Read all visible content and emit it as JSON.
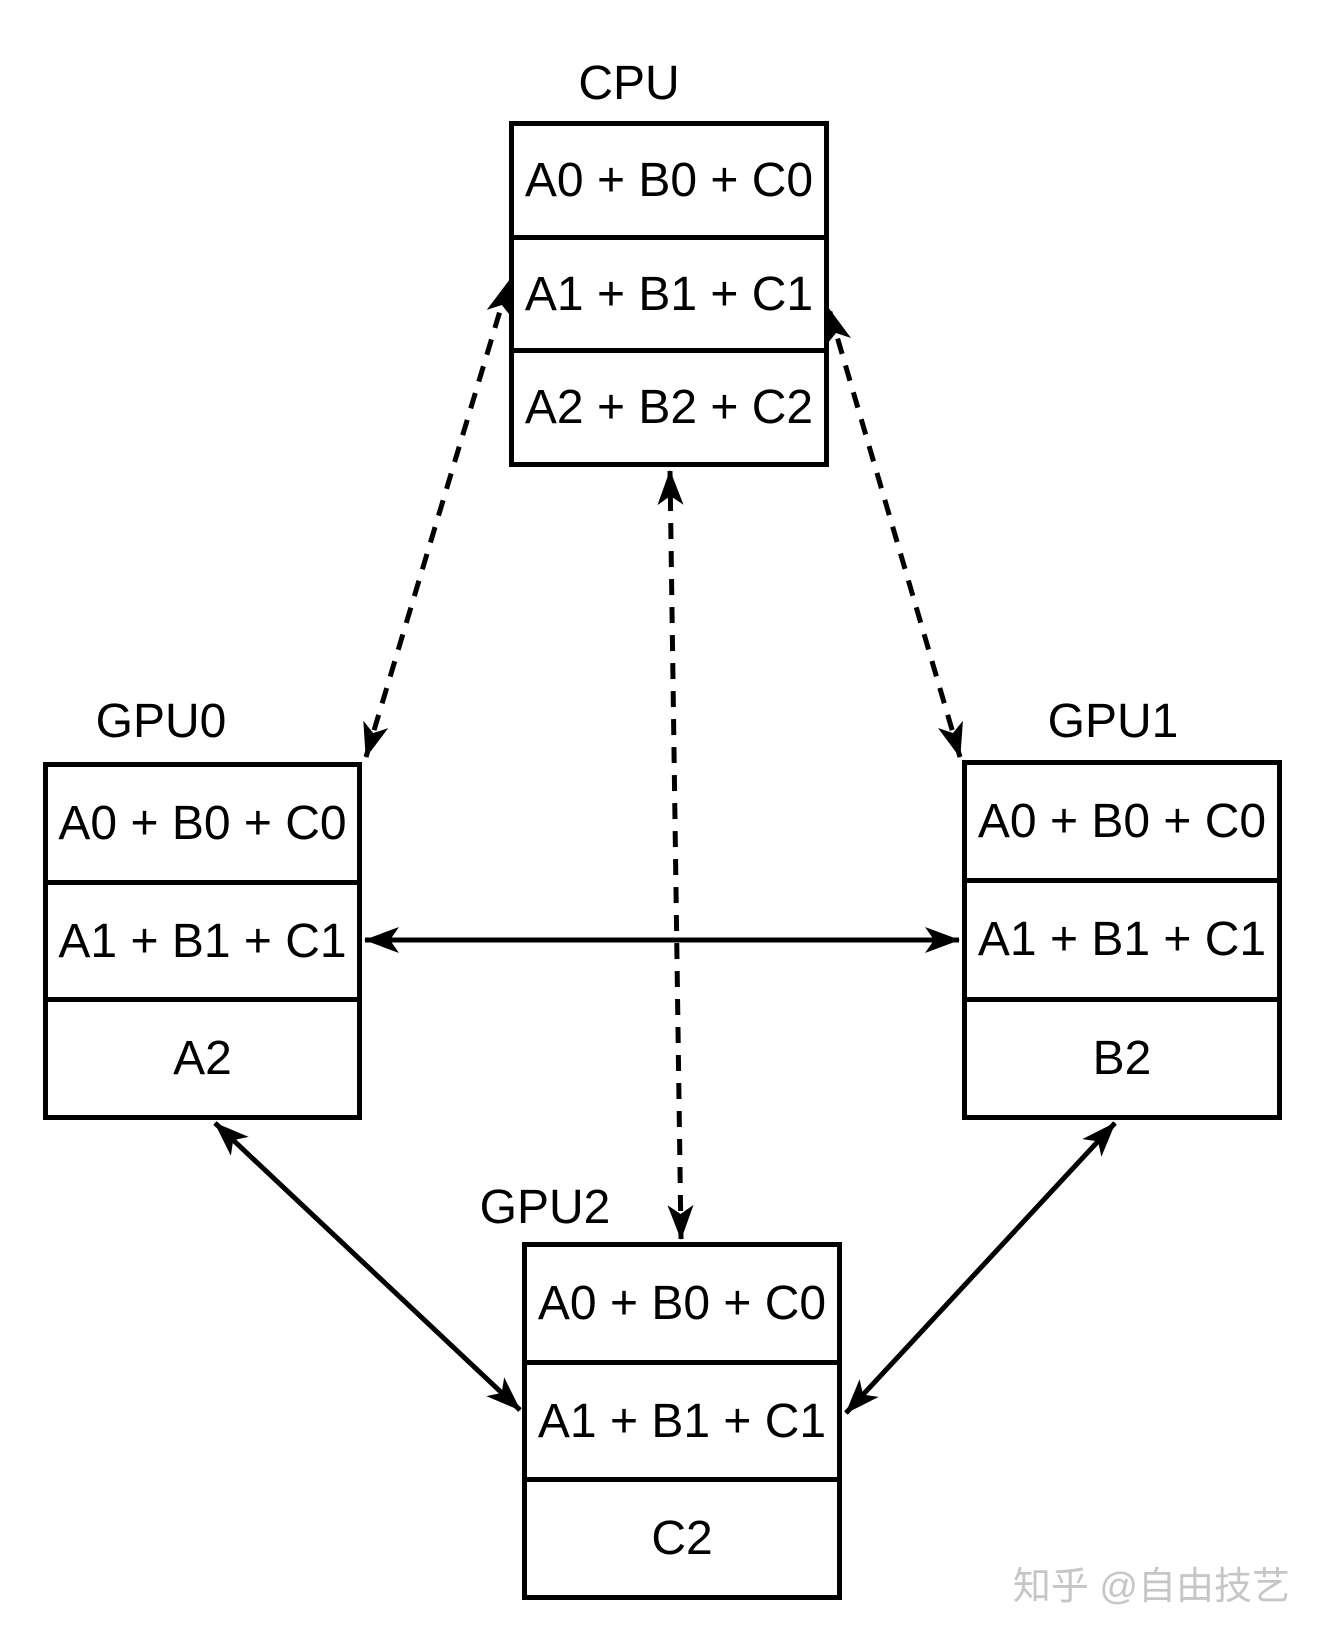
{
  "diagram": {
    "nodes": [
      {
        "id": "cpu",
        "label": "CPU",
        "rows": [
          "A0 + B0 + C0",
          "A1 + B1 + C1",
          "A2 + B2 + C2"
        ]
      },
      {
        "id": "gpu0",
        "label": "GPU0",
        "rows": [
          "A0 + B0 + C0",
          "A1 + B1 + C1",
          "A2"
        ]
      },
      {
        "id": "gpu1",
        "label": "GPU1",
        "rows": [
          "A0 + B0 + C0",
          "A1 + B1 + C1",
          "B2"
        ]
      },
      {
        "id": "gpu2",
        "label": "GPU2",
        "rows": [
          "A0 + B0 + C0",
          "A1 + B1 + C1",
          "C2"
        ]
      }
    ],
    "edges": [
      {
        "from": "gpu0",
        "to": "cpu",
        "line": "dashed",
        "arrows": "both"
      },
      {
        "from": "gpu1",
        "to": "cpu",
        "line": "dashed",
        "arrows": "both"
      },
      {
        "from": "gpu2",
        "to": "cpu",
        "line": "dashed",
        "arrows": "both"
      },
      {
        "from": "gpu0",
        "to": "gpu1",
        "line": "solid",
        "arrows": "both"
      },
      {
        "from": "gpu0",
        "to": "gpu2",
        "line": "solid",
        "arrows": "both"
      },
      {
        "from": "gpu1",
        "to": "gpu2",
        "line": "solid",
        "arrows": "both"
      }
    ],
    "colors": {
      "stroke": "#000000",
      "background": "#ffffff",
      "box_fill": "#ffffff",
      "watermark": "#c6c6c6"
    }
  },
  "watermark": {
    "text": "知乎 @自由技艺"
  }
}
